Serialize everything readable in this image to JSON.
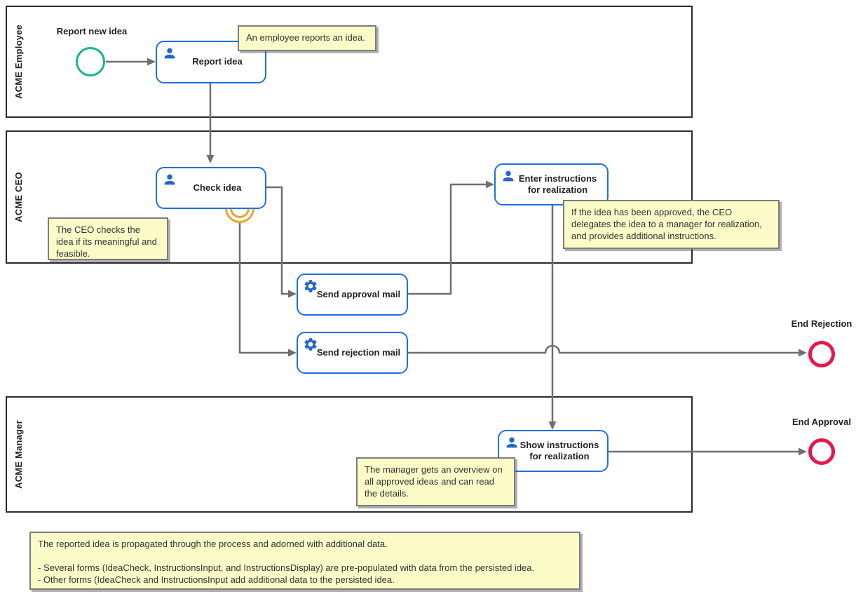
{
  "lanes": {
    "employee": "ACME Employee",
    "ceo": "ACME CEO",
    "manager": "ACME Manager"
  },
  "events": {
    "start_label": "Report new idea",
    "end_rejection_label": "End Rejection",
    "end_approval_label": "End Approval"
  },
  "tasks": {
    "report_idea": "Report idea",
    "check_idea": "Check idea",
    "send_approval_mail": "Send approval mail",
    "send_rejection_mail": "Send rejection mail",
    "enter_instructions": "Enter instructions for realization",
    "show_instructions": "Show instructions for realization"
  },
  "notes": {
    "employee": "An employee reports an idea.",
    "ceo_check": "The CEO checks the idea if its meaningful and feasible.",
    "ceo_delegate": "If the idea has been approved, the CEO delegates the idea to a manager for realization, and provides additional instructions.",
    "manager": "The manager gets an overview on all approved ideas and can read the details.",
    "bottom_line1": "The reported idea is propagated through the process and adorned with additional data.",
    "bottom_line2": "- Several forms (IdeaCheck, InstructionsInput, and InstructionsDisplay) are pre-populated with data from the persisted idea.",
    "bottom_line3": "- Other forms (IdeaCheck and InstructionsInput add additional data to the persisted idea."
  },
  "colors": {
    "task_border": "#1e6fe0",
    "icon_blue": "#2166d1",
    "start_event": "#12b886",
    "end_event": "#e8174b",
    "boundary_event": "#eda32c",
    "connector": "#6e6e6e",
    "lane_border": "#2b2b2b",
    "note_background": "#fbfbc8",
    "note_border": "#7d7d7d"
  }
}
